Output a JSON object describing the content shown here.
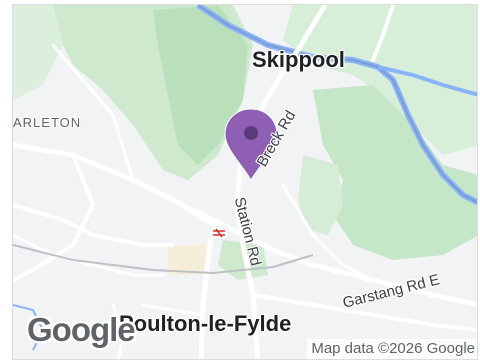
{
  "map": {
    "labels": {
      "skippool": "Skippool",
      "carleton": "ARLETON",
      "poulton": "Poulton-le-Fylde",
      "station_rd": "Station Rd",
      "breck_rd": "Breck Rd",
      "garstang_rd": "Garstang Rd E"
    },
    "logo_text": "Google",
    "attribution": "Map data ©2026 Google",
    "marker_color": "#8e5fb5",
    "park_color": "#c8e6c9",
    "water_color": "#8ab4f8"
  }
}
